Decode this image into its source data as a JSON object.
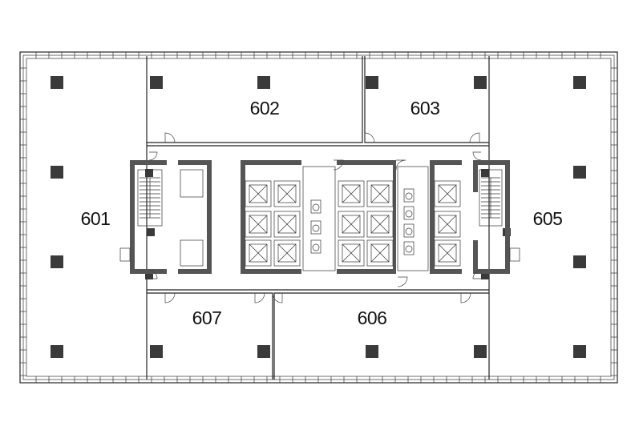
{
  "floor_plan": {
    "units": [
      {
        "id": "601",
        "label": "601"
      },
      {
        "id": "602",
        "label": "602"
      },
      {
        "id": "603",
        "label": "603"
      },
      {
        "id": "605",
        "label": "605"
      },
      {
        "id": "606",
        "label": "606"
      },
      {
        "id": "607",
        "label": "607"
      }
    ],
    "colors": {
      "wall": "#222222",
      "column": "#3a3a3a",
      "core_wall": "#555555",
      "background": "#ffffff"
    }
  }
}
